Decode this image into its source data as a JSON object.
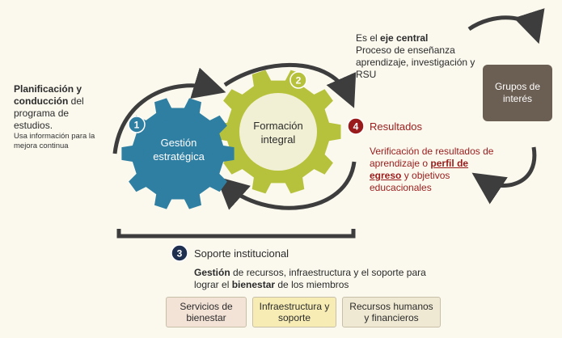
{
  "planning": {
    "title_line1": "Planificación y",
    "title_bold2": "conducción",
    "title_rest2": " del",
    "title_line3": "programa de",
    "title_line4": "estudios.",
    "note": "Usa información para la mejora continua"
  },
  "gear1": {
    "number": "1",
    "label_line1": "Gestión",
    "label_line2": "estratégica"
  },
  "gear2": {
    "number": "2",
    "label_line1": "Formación",
    "label_line2": "integral"
  },
  "eje": {
    "prefix": "Es el ",
    "bold": "eje central",
    "text": "Proceso de enseñanza aprendizaje, investigación y RSU"
  },
  "resultados": {
    "number": "4",
    "title": "Resultados",
    "text_before": "Verificación de resultados de aprendizaje o ",
    "link": "perfil de egreso",
    "text_after": " y objetivos educacionales"
  },
  "grupos": {
    "label": "Grupos de interés"
  },
  "soporte": {
    "number": "3",
    "title": "Soporte institucional",
    "desc_bold1": "Gestión",
    "desc_mid": " de recursos, infraestructura y el soporte para lograr el ",
    "desc_bold2": "bienestar",
    "desc_end": " de los miembros"
  },
  "boxes": [
    {
      "label": "Servicios de bienestar"
    },
    {
      "label": "Infraestructura y soporte"
    },
    {
      "label": "Recursos humanos y financieros"
    }
  ],
  "colors": {
    "gear_blue": "#2f7fa3",
    "gear_green": "#b7c23c",
    "badge_navy": "#1f2f4f",
    "badge_red": "#9a1b1b",
    "arrow_dark": "#3d3d3d",
    "grupos_bg": "#6b5e52",
    "box_pink": "#f3e2d6",
    "box_yellow": "#f6ecb4",
    "box_cream": "#efe9d3"
  }
}
